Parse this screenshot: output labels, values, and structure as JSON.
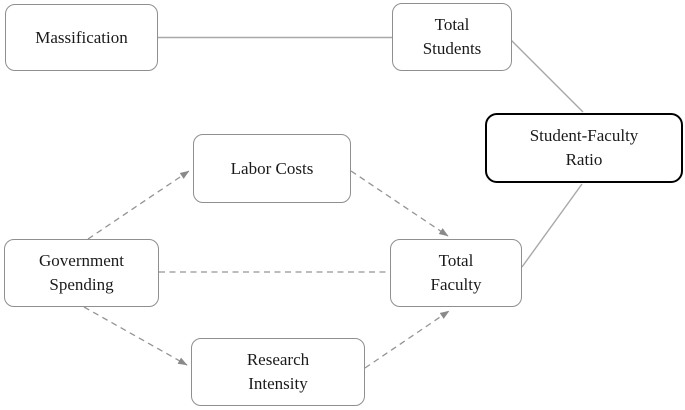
{
  "diagram": {
    "type": "causal-path-diagram",
    "nodes": {
      "massification": {
        "label": "Massification",
        "emphasis": false
      },
      "total_students": {
        "label": "Total\nStudents",
        "emphasis": false
      },
      "student_faculty_ratio": {
        "label": "Student-Faculty\nRatio",
        "emphasis": true
      },
      "labor_costs": {
        "label": "Labor Costs",
        "emphasis": false
      },
      "government_spending": {
        "label": "Government\nSpending",
        "emphasis": false
      },
      "total_faculty": {
        "label": "Total\nFaculty",
        "emphasis": false
      },
      "research_intensity": {
        "label": "Research\nIntensity",
        "emphasis": false
      }
    },
    "edges": [
      {
        "from": "massification",
        "to": "total_students",
        "style": "solid",
        "arrow": false
      },
      {
        "from": "total_students",
        "to": "student_faculty_ratio",
        "style": "solid",
        "arrow": false
      },
      {
        "from": "total_faculty",
        "to": "student_faculty_ratio",
        "style": "solid",
        "arrow": false
      },
      {
        "from": "government_spending",
        "to": "labor_costs",
        "style": "dashed",
        "arrow": true
      },
      {
        "from": "government_spending",
        "to": "total_faculty",
        "style": "dashed",
        "arrow": false
      },
      {
        "from": "government_spending",
        "to": "research_intensity",
        "style": "dashed",
        "arrow": true
      },
      {
        "from": "labor_costs",
        "to": "total_faculty",
        "style": "dashed",
        "arrow": true
      },
      {
        "from": "research_intensity",
        "to": "total_faculty",
        "style": "dashed",
        "arrow": true
      }
    ],
    "colors": {
      "box_border": "#8f8f8f",
      "emphasis_border": "#000000",
      "solid_line": "#a8a8a8",
      "dashed_line": "#949494",
      "arrowhead": "#8a8a8a",
      "text": "#1a1a1a",
      "background": "#ffffff"
    }
  }
}
